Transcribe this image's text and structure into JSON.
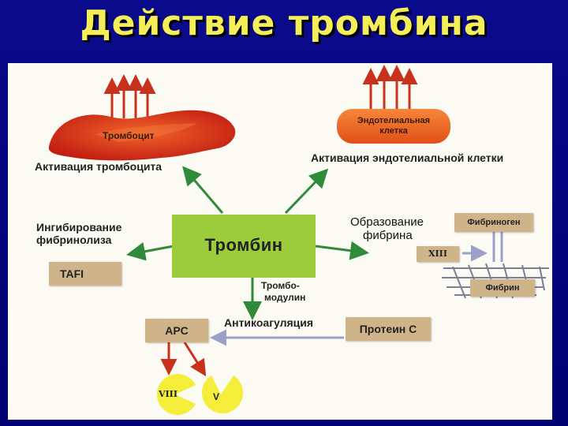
{
  "title": "Действие тромбина",
  "center": "Тромбин",
  "platelet": {
    "cell_label": "Тромбоцит",
    "caption": "Активация тромбоцита"
  },
  "endothelial": {
    "cell_label": "Эндотелиальная клетка",
    "caption": "Активация эндотелиальной клетки"
  },
  "fibrinolysis": {
    "caption_line1": "Ингибирование",
    "caption_line2": "фибринолиза",
    "box": "TAFI"
  },
  "fibrin": {
    "caption_line1": "Образование",
    "caption_line2": "фибрина",
    "fibrinogen": "Фибриноген",
    "factor": "XIII",
    "fibrin": "Фибрин"
  },
  "anticoag": {
    "thrombomodulin_line1": "Тромбо-",
    "thrombomodulin_line2": "модулин",
    "caption": "Антикоагуляция",
    "protein_c": "Протеин С",
    "apc": "APC",
    "factor_viii": "VIII",
    "factor_v": "V"
  },
  "colors": {
    "title": "#f4ef58",
    "arrow": "#2f8a3a",
    "center_box": "#9ccc3c",
    "tan_box": "#cfb48a",
    "pacman": "#f4ee3a",
    "cell_red": "#d8321c",
    "cell_orange": "#f06a26"
  }
}
